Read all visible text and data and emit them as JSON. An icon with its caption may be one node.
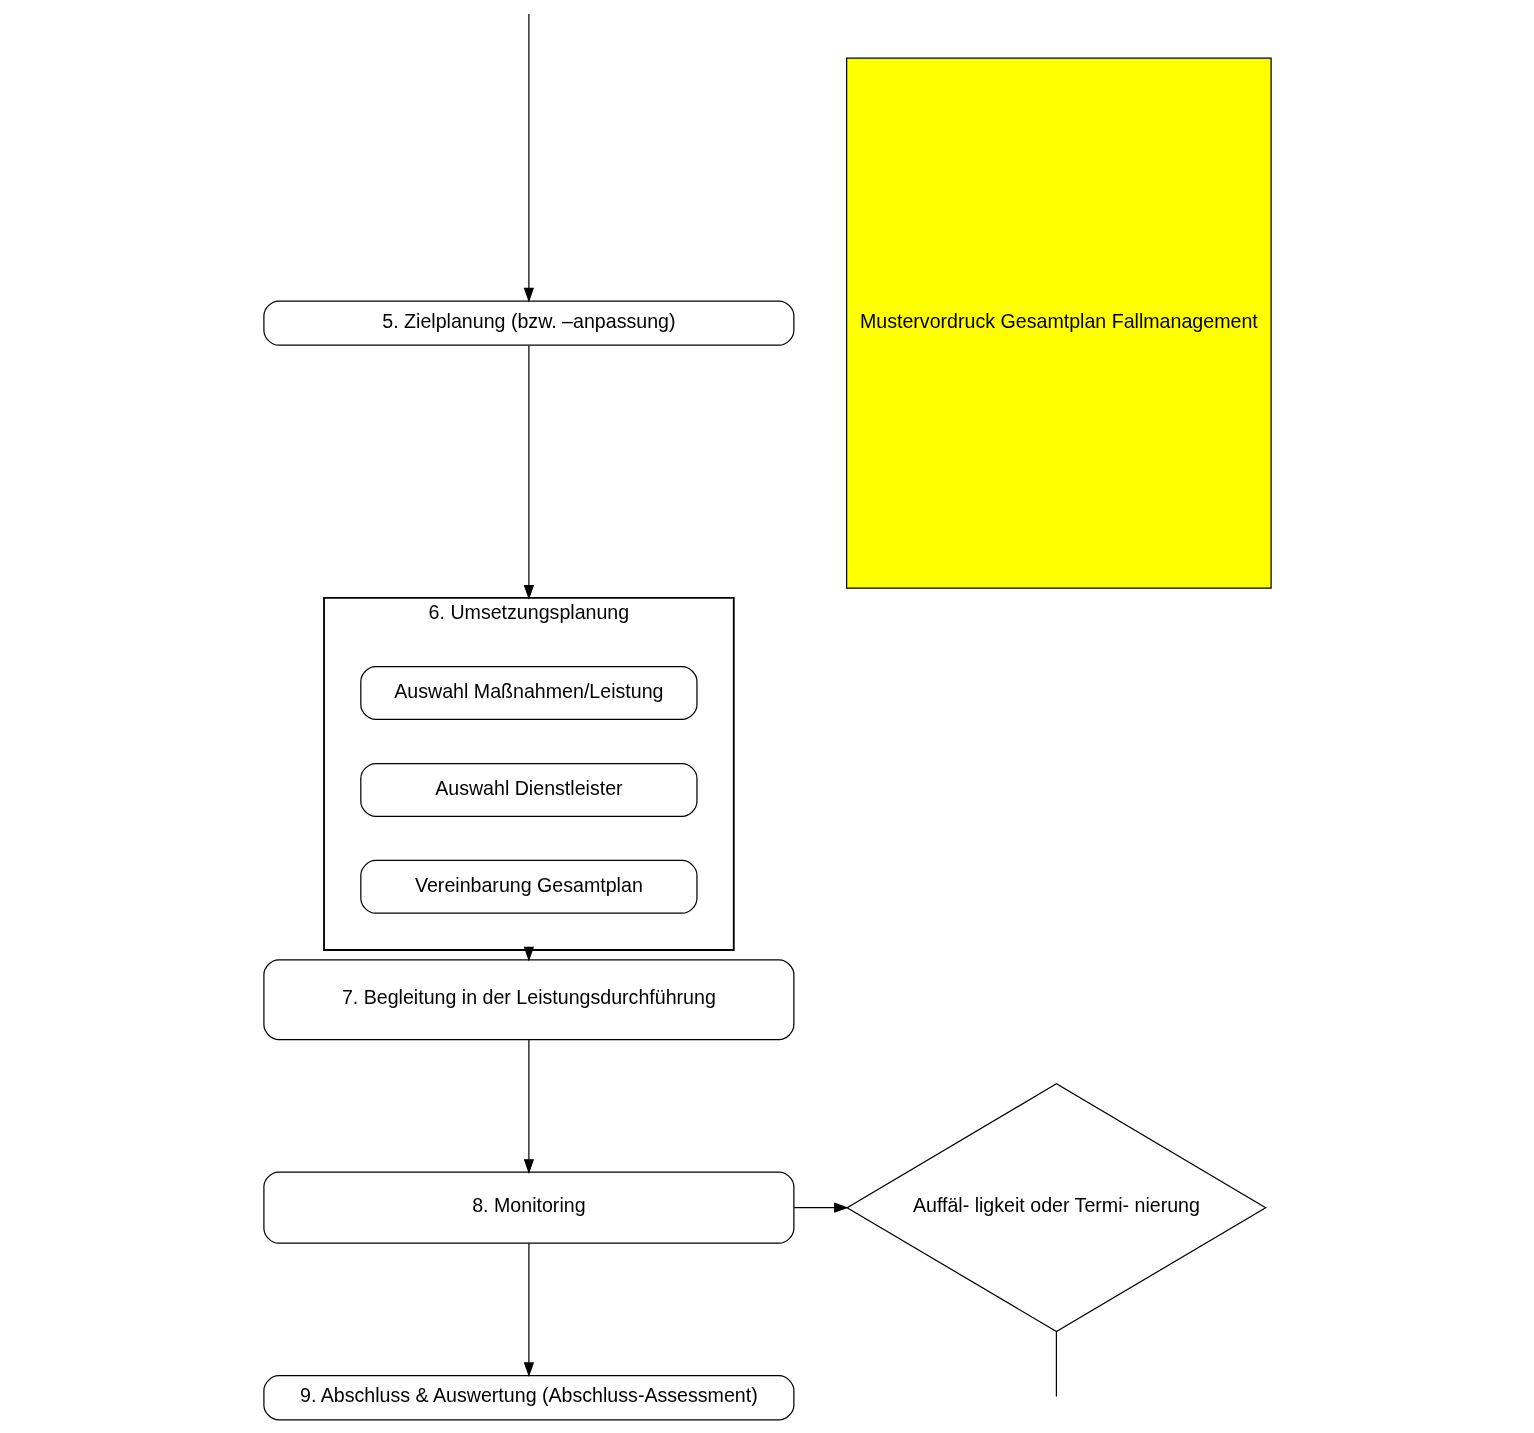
{
  "diagram": {
    "nodes": [
      {
        "text": [
          "5. Zielplanung (bzw. –anpassung)"
        ]
      },
      {
        "text": [
          "6. Umsetzungsplanung"
        ]
      },
      {
        "text": [
          "Auswahl Maßnahmen/Leistung"
        ],
        "in": 1
      },
      {
        "text": [
          "Auswahl Dienstleister"
        ],
        "in": 1
      },
      {
        "text": [
          "Vereinbarung Gesamtplan"
        ],
        "in": 1
      },
      {
        "text": [
          "7. Begleitung in der Leistungsdurchführung"
        ]
      },
      {
        "text": [
          "8. Monitoring"
        ]
      },
      {
        "text": [
          "9. Abschluss & Auswertung (Abschluss-Assessment)"
        ]
      },
      {
        "text": [
          "Auffäl- ligkeit oder Termi- nierung"
        ]
      },
      {
        "text": [
          "Mustervordruck Gesamtplan Fallmanagement"
        ]
      }
    ],
    "edges": [
      {
        "from": null,
        "to": 0,
        "arrow": "to"
      },
      {
        "from": 0,
        "to": 1,
        "arrow": "to"
      },
      {
        "from": 1,
        "to": 5,
        "arrow": "to"
      },
      {
        "from": 5,
        "to": 6,
        "arrow": "to"
      },
      {
        "from": 6,
        "to": 7,
        "arrow": "to"
      },
      {
        "from": 6,
        "to": 8,
        "arrow": "to"
      },
      {
        "from": 8,
        "to": null,
        "arrow": "none"
      }
    ]
  }
}
